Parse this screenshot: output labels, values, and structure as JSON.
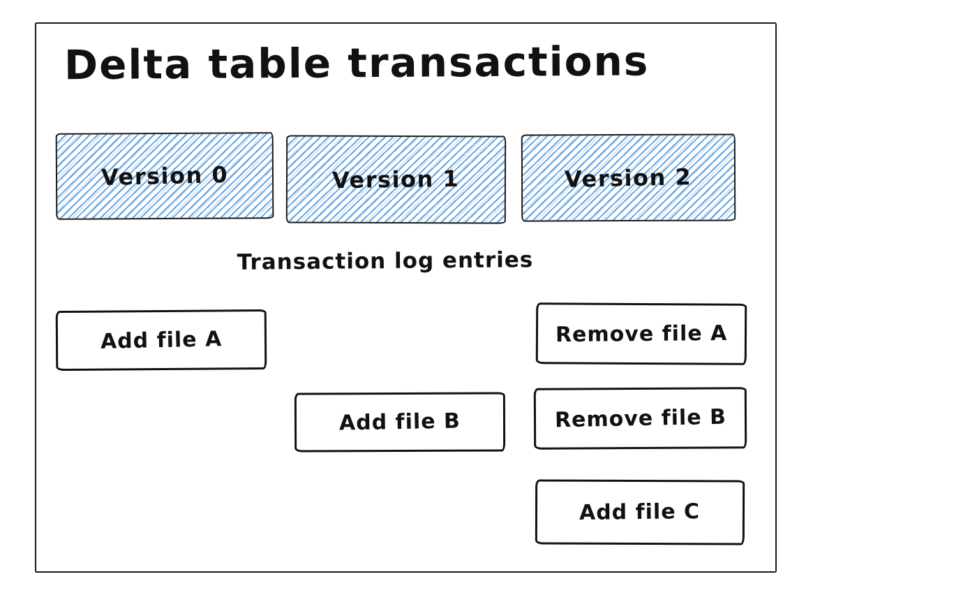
{
  "diagram": {
    "title": "Delta table transactions",
    "transaction_log_label": "Transaction log entries",
    "versions": [
      {
        "label": "Version 0"
      },
      {
        "label": "Version 1"
      },
      {
        "label": "Version 2"
      }
    ],
    "log_entries": [
      {
        "label": "Add file A",
        "version": "Version 0"
      },
      {
        "label": "Add file B",
        "version": "Version 1"
      },
      {
        "label": "Remove file A",
        "version": "Version 2"
      },
      {
        "label": "Remove file B",
        "version": "Version 2"
      },
      {
        "label": "Add file C",
        "version": "Version 2"
      }
    ],
    "colors": {
      "stroke": "#1a1a1a",
      "hatch_blue": "#4d96d9",
      "background": "#ffffff"
    }
  }
}
